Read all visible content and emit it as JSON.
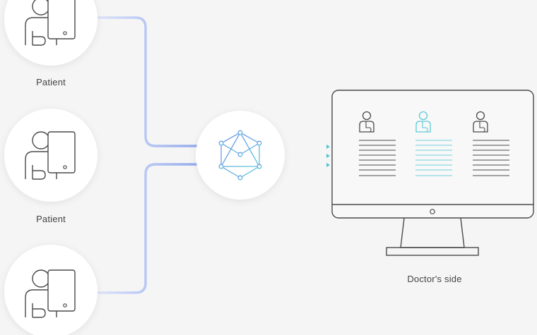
{
  "labels": {
    "patient_1": "Patient",
    "patient_2": "Patient",
    "doctor": "Doctor's side"
  },
  "icons": {
    "patient": "patient-with-phone-icon",
    "hub": "network-hub-icon",
    "monitor": "monitor-icon",
    "profile": "user-profile-icon"
  },
  "colors": {
    "background": "#f5f5f5",
    "circle": "#ffffff",
    "outline": "#4a4a4a",
    "patient_link": "#9fb2ee",
    "doctor_link": "#6fd0dc",
    "hub_blue": "#6f8fe8",
    "hub_cyan": "#5ec9d8"
  }
}
